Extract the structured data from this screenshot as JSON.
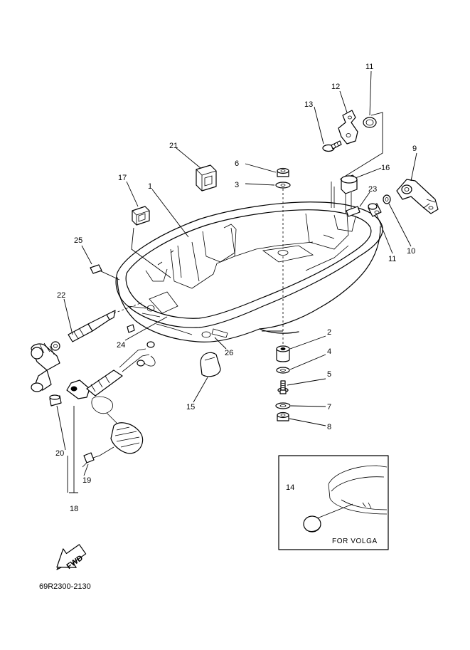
{
  "labels": {
    "p1": "1",
    "p2": "2",
    "p3": "3",
    "p4": "4",
    "p5": "5",
    "p6": "6",
    "p7": "7",
    "p8": "8",
    "p9": "9",
    "p10": "10",
    "p11a": "11",
    "p11b": "11",
    "p12": "12",
    "p13": "13",
    "p14": "14",
    "p15": "15",
    "p16": "16",
    "p17": "17",
    "p18": "18",
    "p19": "19",
    "p20": "20",
    "p21": "21",
    "p22": "22",
    "p23": "23",
    "p24": "24",
    "p25": "25",
    "p26": "26"
  },
  "inset": {
    "caption": "FOR VOLGA"
  },
  "fwd": "FWD",
  "drawing_code": "69R2300-2130"
}
